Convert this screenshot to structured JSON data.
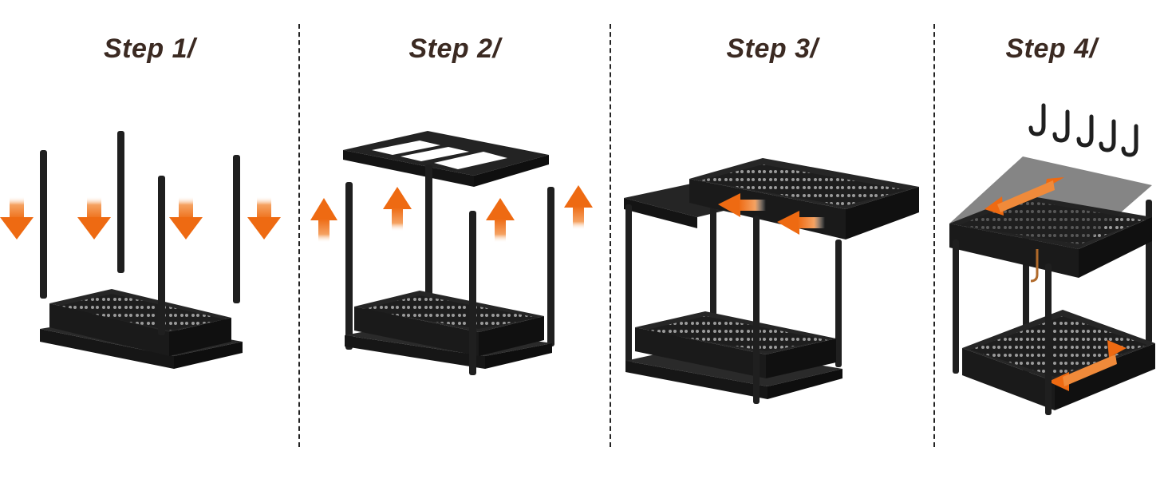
{
  "steps": [
    {
      "title": "Step 1/",
      "illustration": "rack-base-with-poles-arrows-down"
    },
    {
      "title": "Step 2/",
      "illustration": "top-frame-arrows-up"
    },
    {
      "title": "Step 3/",
      "illustration": "slide-in-upper-drawer"
    },
    {
      "title": "Step 4/",
      "illustration": "two-tier-organizer-with-hooks"
    }
  ],
  "colors": {
    "title": "#3b2a22",
    "rack": "#1c1c1c",
    "rack_light": "#3a3a3a",
    "arrow": "#f07a1e"
  }
}
